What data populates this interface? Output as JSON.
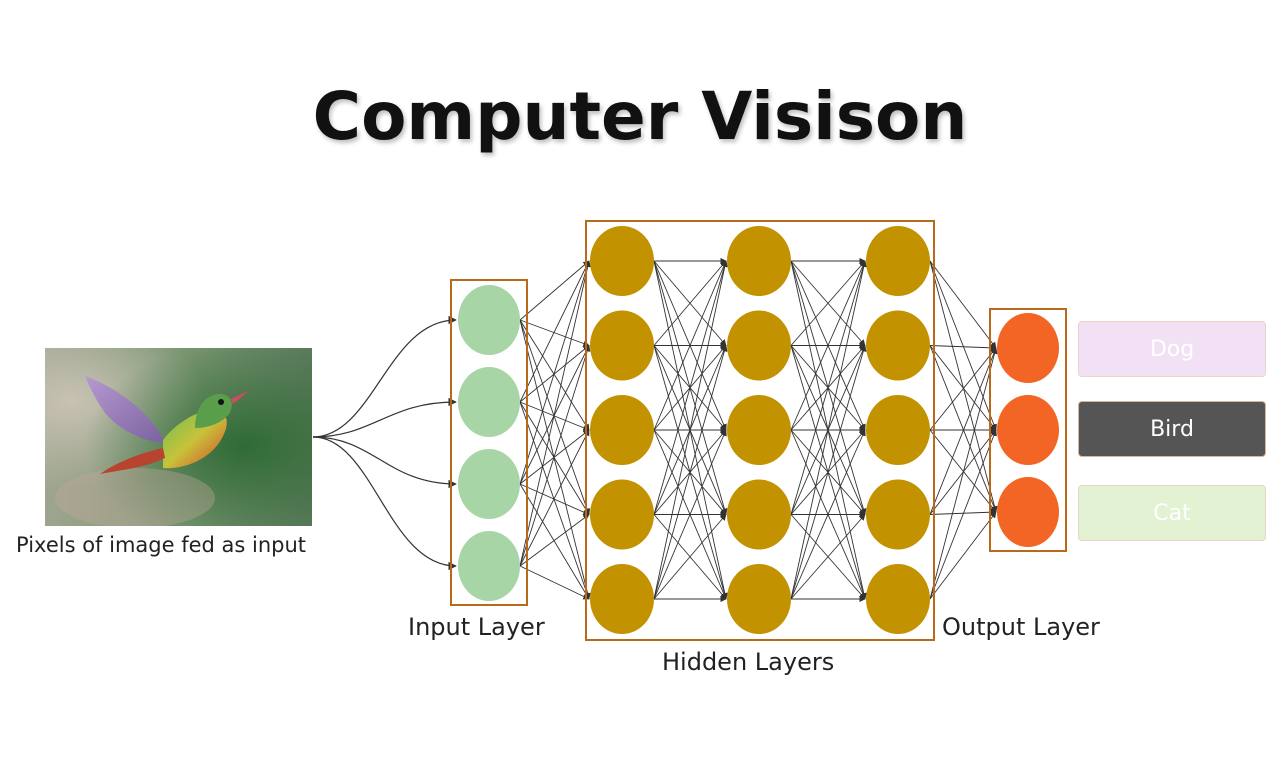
{
  "title": "Computer Visison",
  "input_image_caption": "Pixels of image fed as input",
  "layers": {
    "input_label": "Input Layer",
    "hidden_label": "Hidden Layers",
    "output_label": "Output Layer",
    "input_nodes": 4,
    "hidden_layers": 3,
    "hidden_nodes": 5,
    "output_nodes": 3
  },
  "outputs": {
    "dog": "Dog",
    "bird": "Bird",
    "cat": "Cat"
  },
  "colors": {
    "input_node": "#a8d5a6",
    "hidden_node": "#c39200",
    "output_node": "#f26524",
    "layer_frame": "#b86a1a",
    "edge": "#333333"
  }
}
